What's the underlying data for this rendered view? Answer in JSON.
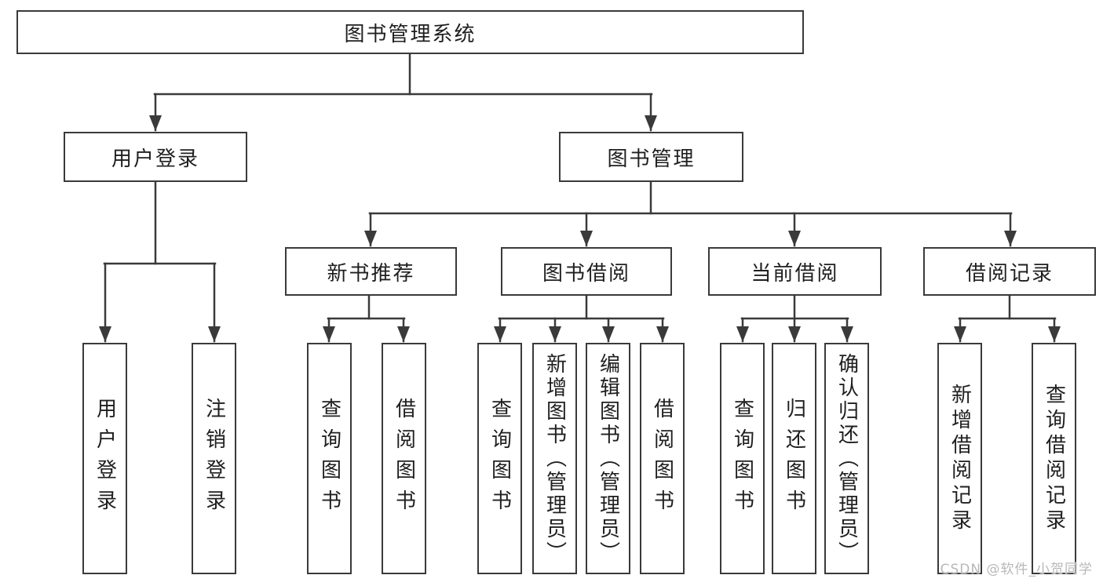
{
  "tree": {
    "root": {
      "label": "图书管理系统",
      "children": [
        {
          "label": "用户登录",
          "children": [
            {
              "label": "用户登录"
            },
            {
              "label": "注销登录"
            }
          ]
        },
        {
          "label": "图书管理",
          "children": [
            {
              "label": "新书推荐",
              "children": [
                {
                  "label": "查询图书"
                },
                {
                  "label": "借阅图书"
                }
              ]
            },
            {
              "label": "图书借阅",
              "children": [
                {
                  "label": "查询图书"
                },
                {
                  "label": "新增图书（管理员）"
                },
                {
                  "label": "编辑图书（管理员）"
                },
                {
                  "label": "借阅图书"
                }
              ]
            },
            {
              "label": "当前借阅",
              "children": [
                {
                  "label": "查询图书"
                },
                {
                  "label": "归还图书"
                },
                {
                  "label": "确认归还（管理员）"
                }
              ]
            },
            {
              "label": "借阅记录",
              "children": [
                {
                  "label": "新增借阅记录"
                },
                {
                  "label": "查询借阅记录"
                }
              ]
            }
          ]
        }
      ]
    }
  },
  "watermark": {
    "text": "CSDN @软件_小贺同学"
  },
  "colors": {
    "background": "#ffffff",
    "box_fill": "#ffffff",
    "box_border": "#3a3a3a",
    "line": "#3a3a3a",
    "text": "#1f1f1f",
    "watermark": "#b8b8b8"
  }
}
